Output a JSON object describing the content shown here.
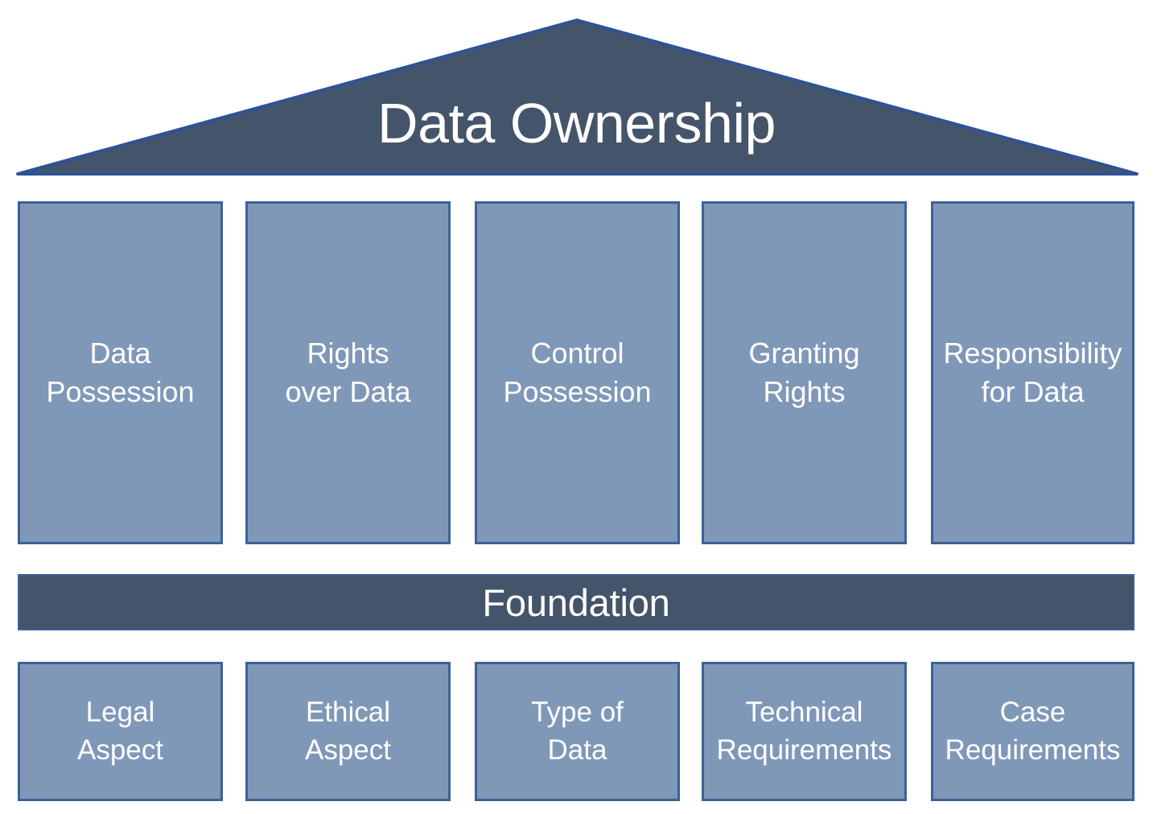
{
  "diagram": {
    "type": "temple-pillar-diagram",
    "title": "Data Ownership",
    "foundation_label": "Foundation",
    "colors": {
      "roof_fill": "#44546A",
      "roof_border": "#2E5395",
      "pillar_fill": "#8098B8",
      "pillar_border": "#3C6295",
      "foundation_fill": "#44546A",
      "text": "#FFFFFF",
      "background": "#FFFFFF"
    },
    "pillars": [
      {
        "label": "Data\nPossession",
        "line1": "Data",
        "line2": "Possession"
      },
      {
        "label": "Rights\nover Data",
        "line1": "Rights",
        "line2": "over Data"
      },
      {
        "label": "Control\nPossession",
        "line1": "Control",
        "line2": "Possession"
      },
      {
        "label": "Granting\nRights",
        "line1": "Granting",
        "line2": "Rights"
      },
      {
        "label": "Responsibility\nfor Data",
        "line1": "Responsibility",
        "line2": "for Data"
      }
    ],
    "base_blocks": [
      {
        "label": "Legal\nAspect",
        "line1": "Legal",
        "line2": "Aspect"
      },
      {
        "label": "Ethical\nAspect",
        "line1": "Ethical",
        "line2": "Aspect"
      },
      {
        "label": "Type of\nData",
        "line1": "Type of",
        "line2": "Data"
      },
      {
        "label": "Technical\nRequirements",
        "line1": "Technical",
        "line2": "Requirements"
      },
      {
        "label": "Case\nRequirements",
        "line1": "Case",
        "line2": "Requirements"
      }
    ]
  }
}
